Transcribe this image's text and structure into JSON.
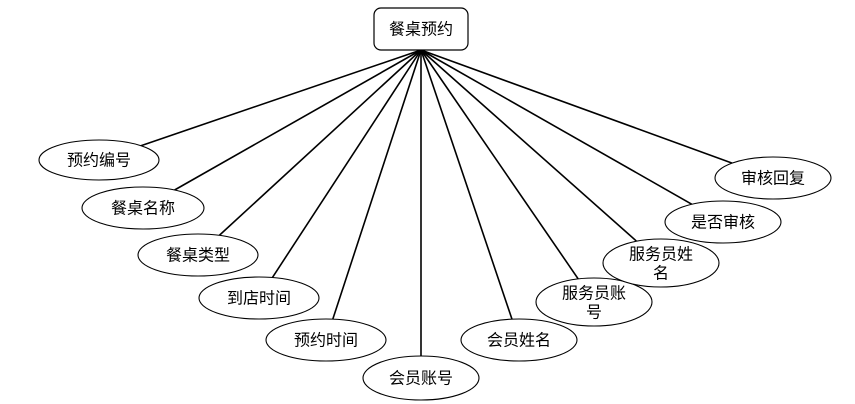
{
  "entity": {
    "label": "餐桌预约"
  },
  "attributes": [
    {
      "label": "预约编号"
    },
    {
      "label": "餐桌名称"
    },
    {
      "label": "餐桌类型"
    },
    {
      "label": "到店时间"
    },
    {
      "label": "预约时间"
    },
    {
      "label": "会员账号"
    },
    {
      "label": "会员姓名"
    },
    {
      "label": "服务员账号"
    },
    {
      "label": "服务员姓名"
    },
    {
      "label": "是否审核"
    },
    {
      "label": "审核回复"
    }
  ]
}
